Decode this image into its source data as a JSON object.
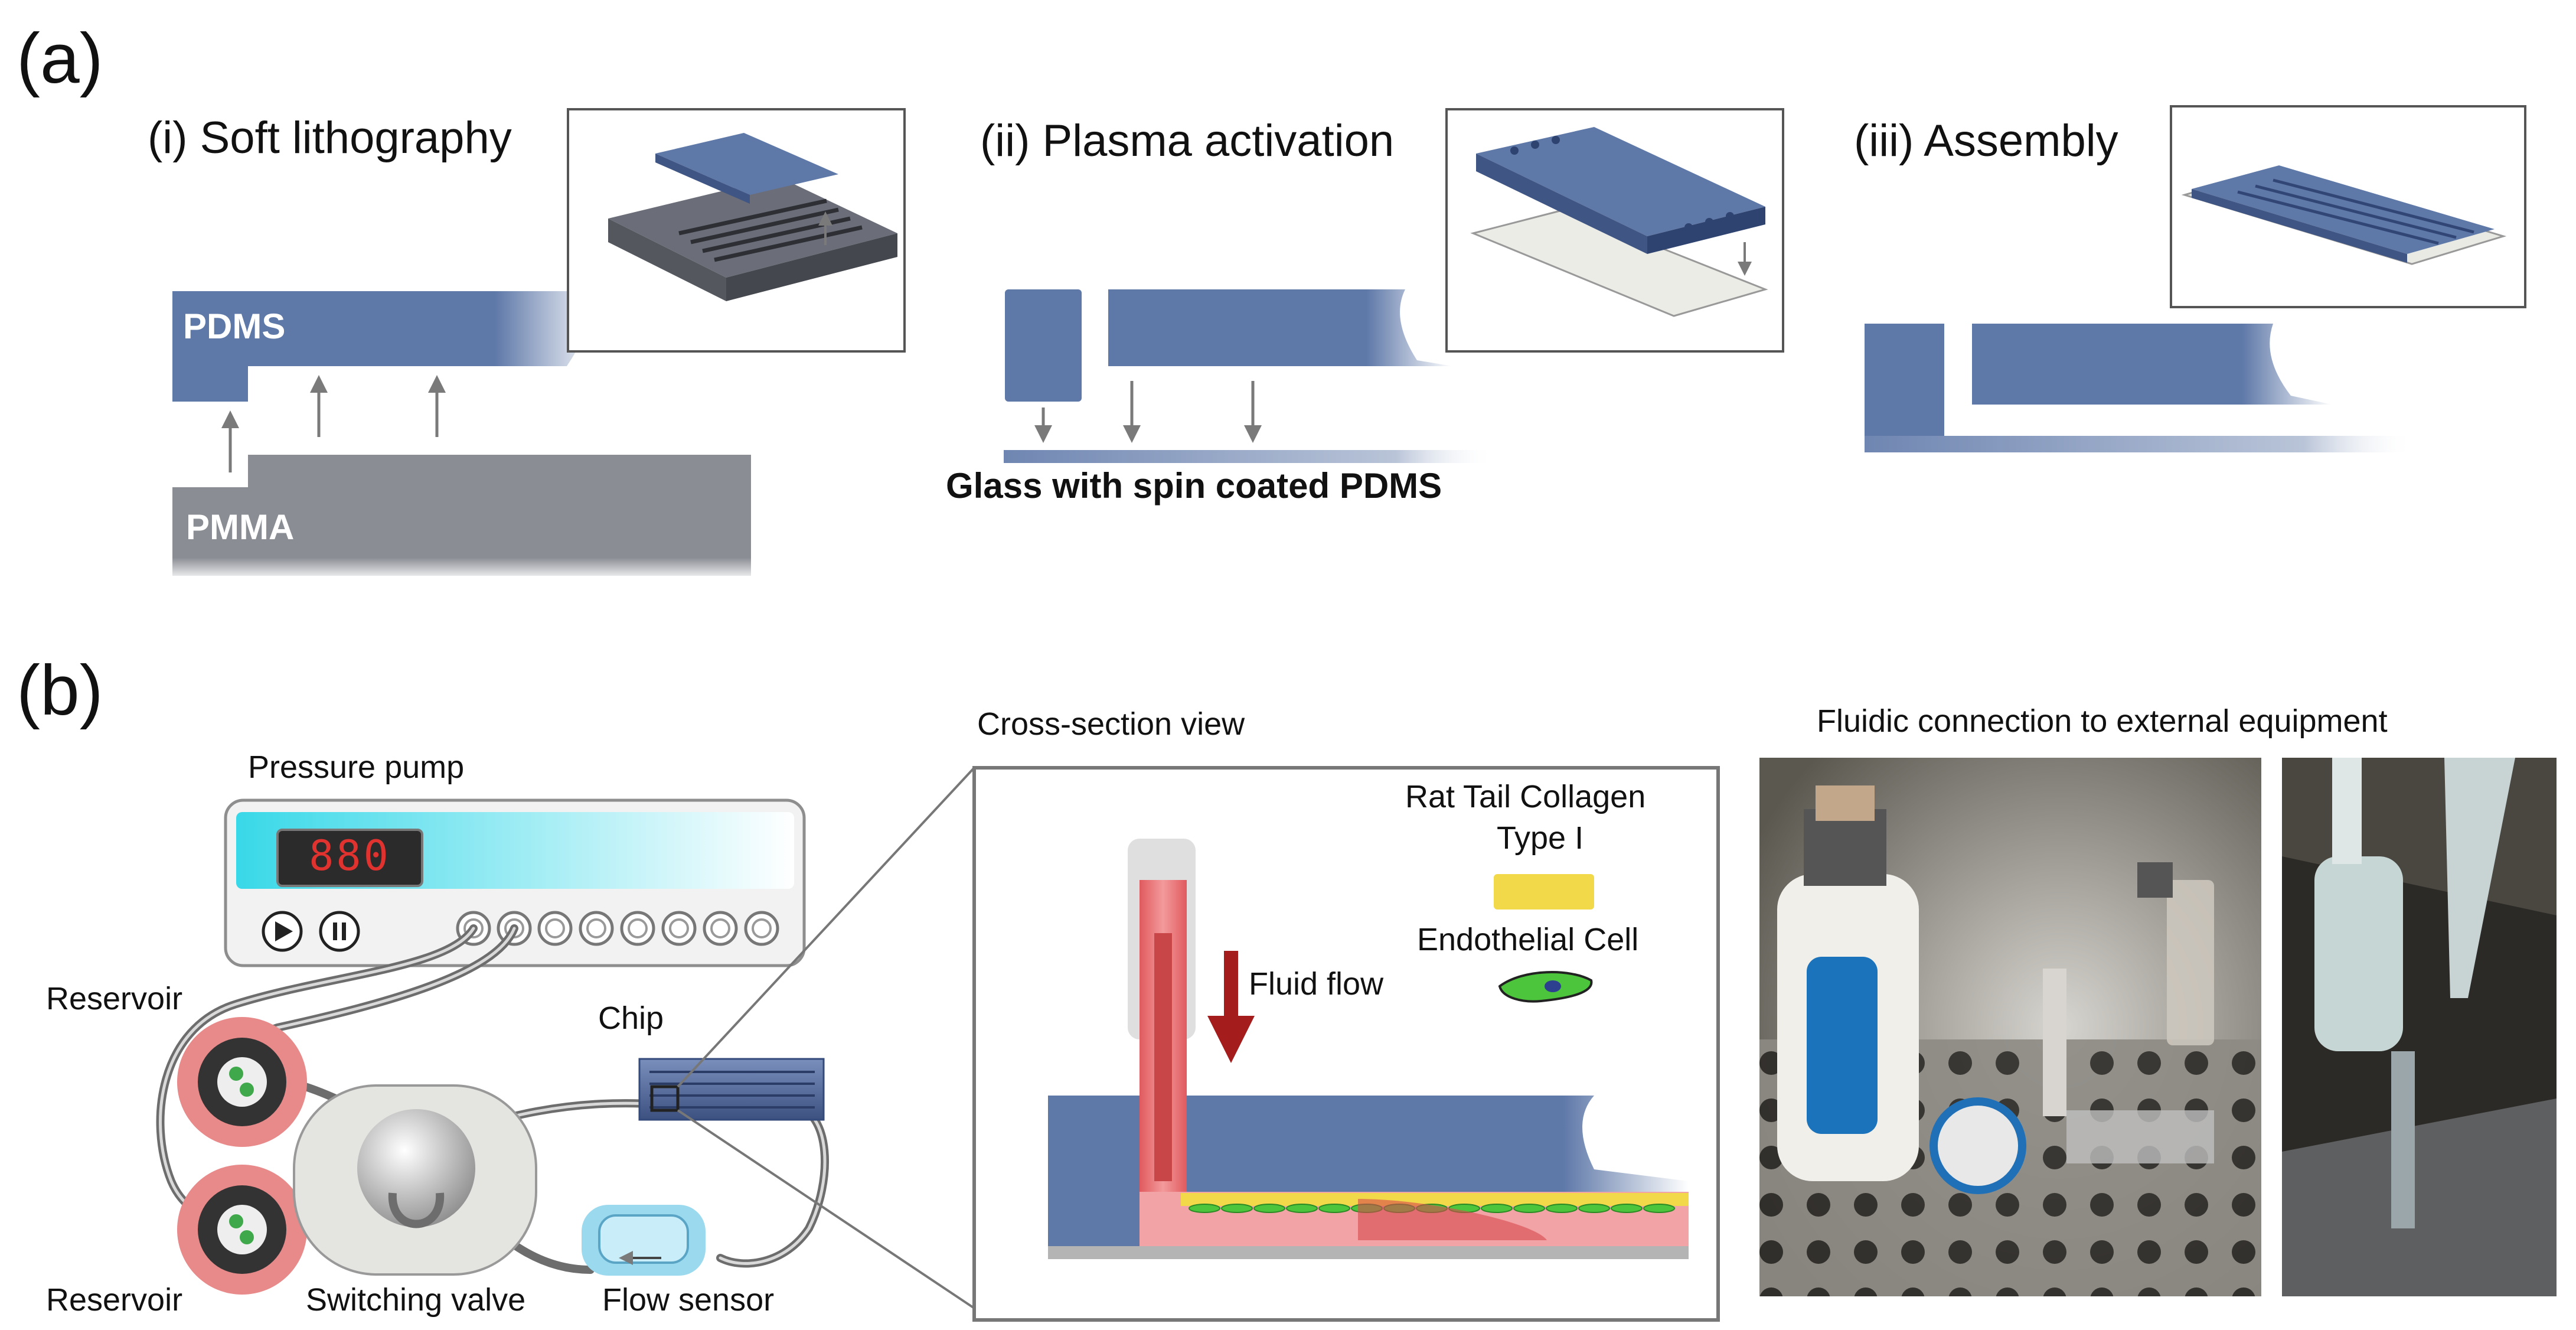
{
  "panel_a": {
    "letter": "(a)",
    "step1": {
      "title": "(i) Soft lithography",
      "top_label": "PDMS",
      "bottom_label": "PMMA"
    },
    "step2": {
      "title": "(ii) Plasma activation",
      "bottom_label": "Glass with spin coated PDMS"
    },
    "step3": {
      "title": "(iii) Assembly"
    }
  },
  "panel_b": {
    "letter": "(b)",
    "setup": {
      "pump_label": "Pressure pump",
      "display_value": "880",
      "reservoir_top_label": "Reservoir",
      "reservoir_bottom_label": "Reservoir",
      "switching_valve_label": "Switching valve",
      "flow_sensor_label": "Flow sensor",
      "chip_label": "Chip"
    },
    "cross_section": {
      "title": "Cross-section view",
      "legend_collagen_line1": "Rat Tail Collagen",
      "legend_collagen_line2": "Type I",
      "legend_cell": "Endothelial Cell",
      "flow_label": "Fluid flow"
    },
    "photos": {
      "title": "Fluidic connection to external equipment"
    }
  },
  "colors": {
    "pdms_blue": "#5e78a8",
    "pmma_gray": "#8a8d94",
    "fluid_red": "#e8686a",
    "collagen_yellow": "#f2d94a",
    "cell_green": "#4cc43c",
    "arrow_red": "#a51c1c",
    "pump_cyan": "#38d8e8",
    "reservoir_pink": "#e8898a"
  }
}
